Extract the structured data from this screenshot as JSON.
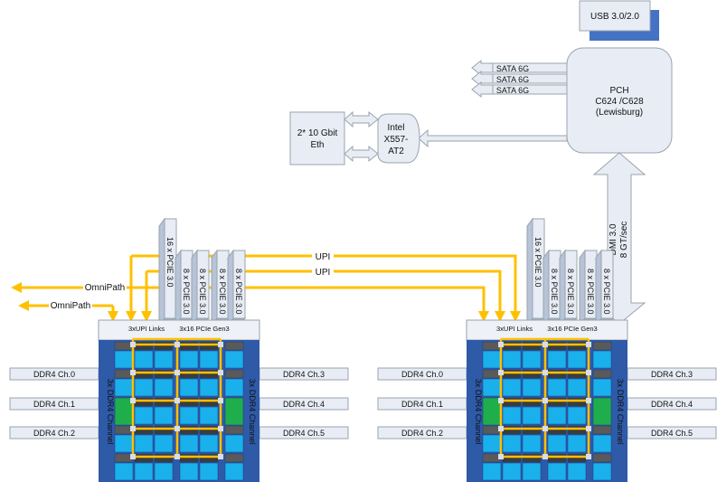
{
  "usb": {
    "label": "USB 3.0/2.0"
  },
  "pch": {
    "line1": "PCH",
    "line2": "C624 /C628",
    "line3": "(Lewisburg)"
  },
  "sata": [
    "SATA 6G",
    "SATA 6G",
    "SATA 6G"
  ],
  "ethernet": {
    "line1": "2* 10 Gbit",
    "line2": "Eth"
  },
  "nic": {
    "line1": "Intel",
    "line2": "X557-",
    "line3": "AT2"
  },
  "dmi": {
    "line1": "DMI 3.0",
    "line2": "8 GT/sec"
  },
  "upi_links": [
    "UPI",
    "UPI"
  ],
  "omnipath": [
    "OmniPath",
    "OmniPath"
  ],
  "cpus": [
    {
      "pcie_slots": [
        "16 x PCIE 3.0",
        "8 x PCIE 3.0",
        "8 x PCIE 3.0",
        "8 x PCIE 3.0",
        "8 x PCIE 3.0"
      ],
      "top_labels": [
        "3xUPI Links",
        "3x16 PCIe Gen3"
      ],
      "side_labels": [
        "3x DDR4 Channel",
        "3x DDR4 Channel"
      ],
      "ddr_left": [
        "DDR4 Ch.0",
        "DDR4 Ch.1",
        "DDR4 Ch.2"
      ],
      "ddr_right": [
        "DDR4 Ch.3",
        "DDR4 Ch.4",
        "DDR4 Ch.5"
      ]
    },
    {
      "pcie_slots": [
        "16 x PCIE 3.0",
        "8 x PCIE 3.0",
        "8 x PCIE 3.0",
        "8 x PCIE 3.0",
        "8 x PCIE 3.0"
      ],
      "top_labels": [
        "3xUPI Links",
        "3x16 PCIe Gen3"
      ],
      "side_labels": [
        "3x DDR4 Channel",
        "3x DDR4 Channel"
      ],
      "ddr_left": [
        "DDR4 Ch.0",
        "DDR4 Ch.1",
        "DDR4 Ch.2"
      ],
      "ddr_right": [
        "DDR4 Ch.3",
        "DDR4 Ch.4",
        "DDR4 Ch.5"
      ]
    }
  ],
  "colors": {
    "box_fill": "#e8edf5",
    "box_stroke": "#9aa3ad",
    "upi_yellow": "#ffc000",
    "die_blue": "#2e5aa8",
    "core_cyan": "#1ab0ec",
    "mc_green": "#1fae4b",
    "cache_gray": "#5a5a5a",
    "usb_shadow": "#4472c4"
  }
}
